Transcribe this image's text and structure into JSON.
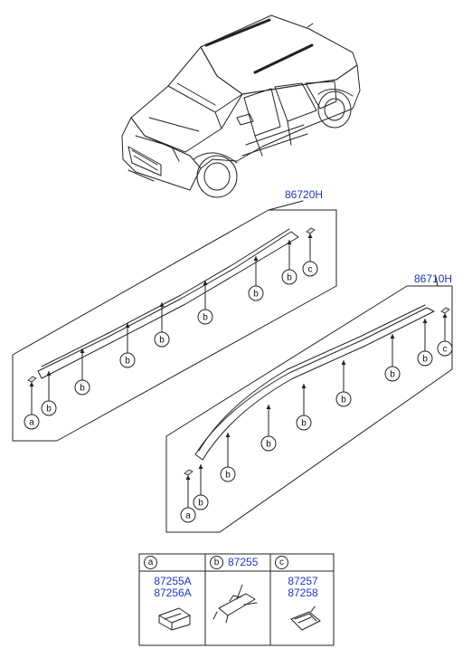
{
  "assemblies": {
    "front": {
      "part_number": "86720H"
    },
    "rear": {
      "part_number": "86710H"
    }
  },
  "callout_letters": {
    "a": "a",
    "b": "b",
    "c": "c"
  },
  "legend": {
    "a": {
      "letter": "a",
      "parts": [
        "87255A",
        "87256A"
      ],
      "icon": "clip-a-icon"
    },
    "b": {
      "letter": "b",
      "parts": [
        "87255"
      ],
      "icon": "clip-b-icon"
    },
    "c": {
      "letter": "c",
      "parts": [
        "87257",
        "87258"
      ],
      "icon": "clip-c-icon"
    }
  },
  "colors": {
    "part_number_link": "#1a33cc",
    "line": "#222222"
  }
}
